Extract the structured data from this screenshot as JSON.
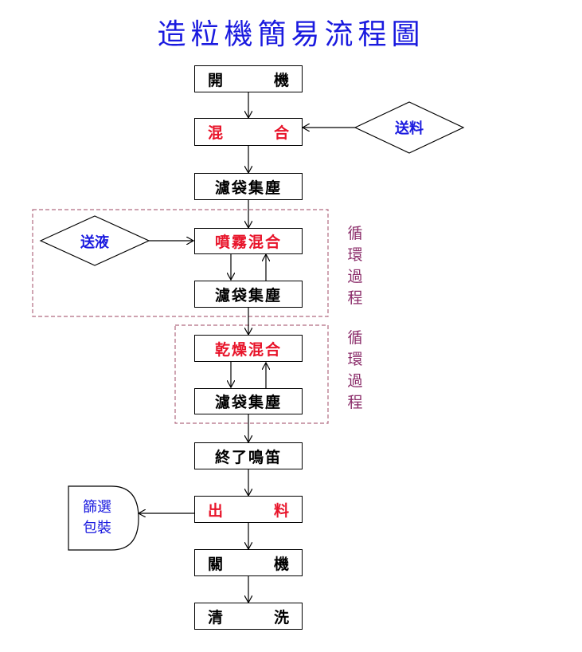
{
  "title": "造粒機簡易流程圖",
  "colors": {
    "title": "#1a1adf",
    "red": "#e8142a",
    "blue": "#1a1adf",
    "purple": "#8b2d6a",
    "dash": "#b06a80",
    "black": "#000000"
  },
  "steps": {
    "start": [
      "開",
      "機"
    ],
    "mix": [
      "混",
      "合"
    ],
    "dust1": "濾袋集塵",
    "spray_mix": "噴霧混合",
    "dust2": "濾袋集塵",
    "dry_mix": "乾燥混合",
    "dust3": "濾袋集塵",
    "end_signal": "終了鳴笛",
    "discharge": [
      "出",
      "料"
    ],
    "stop": [
      "關",
      "機"
    ],
    "clean": [
      "清",
      "洗"
    ]
  },
  "inputs": {
    "feed": "送料",
    "liquid": "送液"
  },
  "output": {
    "line1": "篩選",
    "line2": "包裝"
  },
  "loop_label_1": [
    "循",
    "環",
    "過",
    "程"
  ],
  "loop_label_2": [
    "循",
    "環",
    "過",
    "程"
  ]
}
